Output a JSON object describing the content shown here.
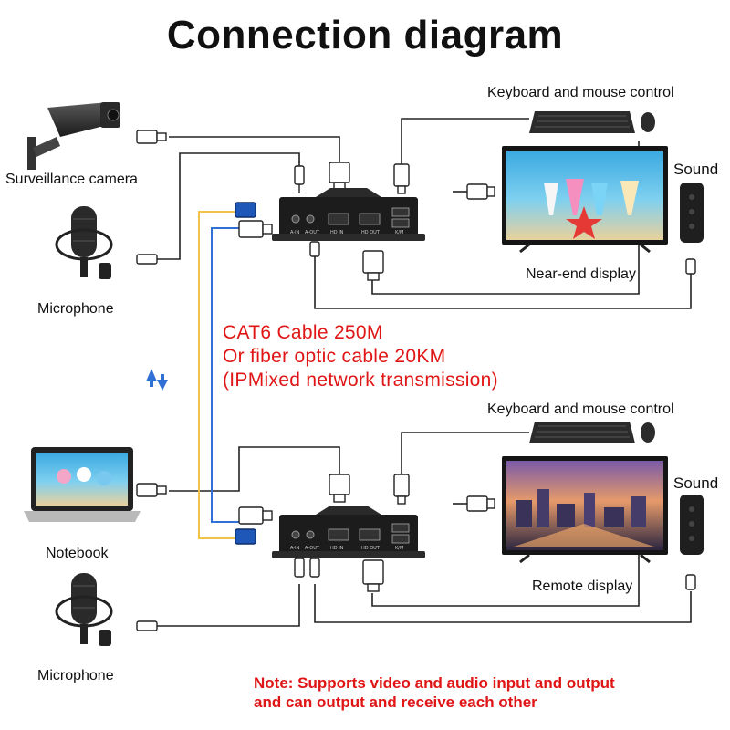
{
  "title": "Connection diagram",
  "labels": {
    "camera": "Surveillance camera",
    "mic_top": "Microphone",
    "notebook": "Notebook",
    "mic_bottom": "Microphone",
    "kbd_top": "Keyboard and mouse control",
    "kbd_bottom": "Keyboard and mouse control",
    "sound_top": "Sound",
    "sound_bottom": "Sound",
    "near_display": "Near-end display",
    "remote_display": "Remote display"
  },
  "cable_info": [
    "CAT6 Cable 250M",
    "Or fiber optic cable 20KM",
    "(IPMixed network transmission)"
  ],
  "ports": {
    "a_in": "A-IN",
    "a_out": "A-OUT",
    "hd_in": "HD IN",
    "hd_out": "HD OUT",
    "km": "K/M"
  },
  "note": [
    "Note: Supports video and audio input and output",
    "and can output and receive each other"
  ],
  "colors": {
    "text_red": "#e01616",
    "cable_yellow": "#f2c34a",
    "cable_blue": "#2f6fd6",
    "wire": "#222222",
    "device_body": "#1c1c1c"
  },
  "icons": [
    "up-down-arrows-icon"
  ]
}
